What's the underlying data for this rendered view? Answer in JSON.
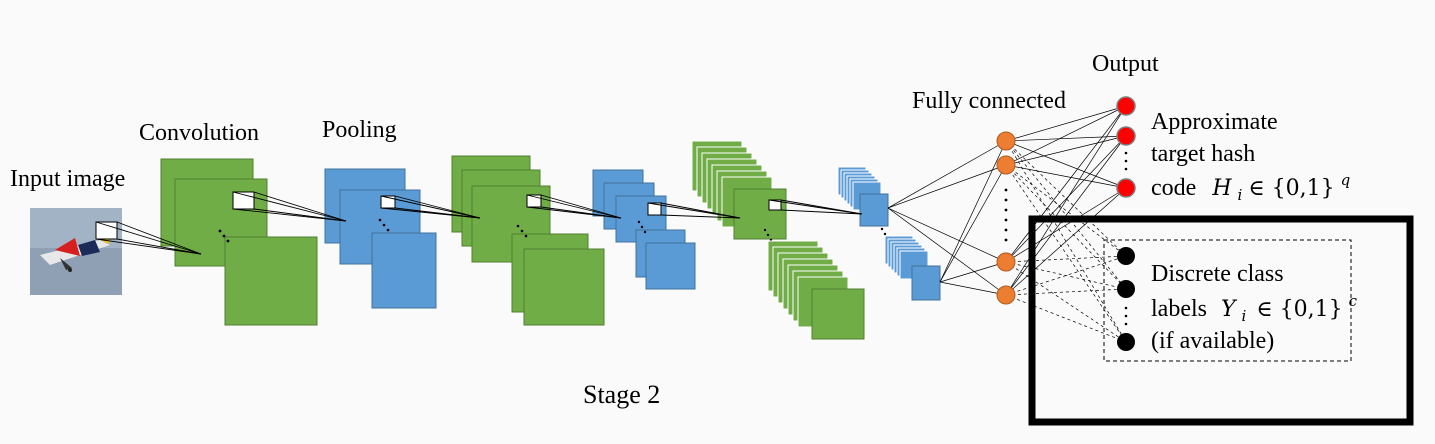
{
  "labels": {
    "input_image": "Input image",
    "convolution": "Convolution",
    "pooling": "Pooling",
    "fully_connected": "Fully connected",
    "output": "Output",
    "stage": "Stage 2"
  },
  "hash_output": {
    "line1": "Approximate",
    "line2": "target hash",
    "line3_prefix": "code",
    "var": "H",
    "sub": "i",
    "set": "∈ {0,1}",
    "sup": "q"
  },
  "class_output": {
    "line1": "Discrete class",
    "line2_prefix": "labels",
    "var": "Y",
    "sub": "i",
    "set": "∈ {0,1}",
    "sup": "c",
    "line3": "(if available)"
  },
  "colors": {
    "conv_green": "#70ad47",
    "pool_blue": "#5b9bd5",
    "fc_orange": "#ed7d31",
    "hash_red": "#ff0000",
    "class_black": "#000000",
    "box_border": "#000000"
  }
}
